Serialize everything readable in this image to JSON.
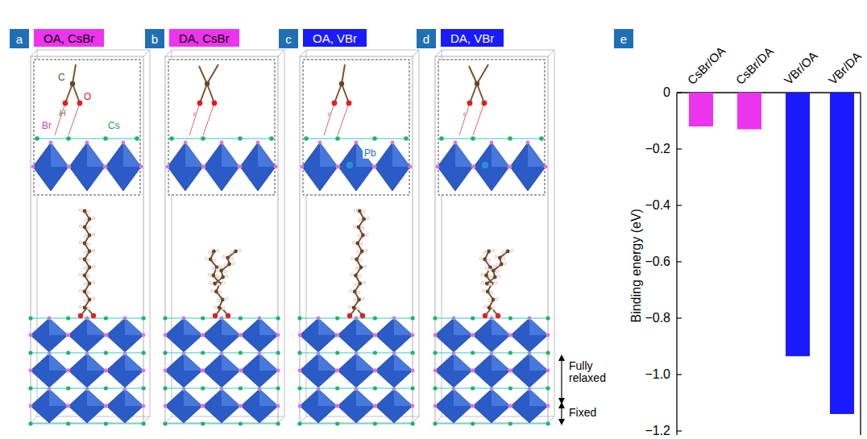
{
  "diagram": {
    "nodes": [
      {
        "text": [
          "a"
        ]
      },
      {
        "text": [
          "OA, CsBr"
        ]
      },
      {
        "text": [
          "b"
        ]
      },
      {
        "text": [
          "DA, CsBr"
        ]
      },
      {
        "text": [
          "c"
        ]
      },
      {
        "text": [
          "OA, VBr"
        ]
      },
      {
        "text": [
          "d"
        ]
      },
      {
        "text": [
          "DA, VBr"
        ]
      },
      {
        "text": [
          "e"
        ]
      }
    ],
    "labels": [
      "C",
      "O",
      "H",
      "Br",
      "Cs",
      "Pb",
      "Fully relaxed",
      "Fixed",
      "CsBr/OA",
      "CsBr/DA",
      "VBr/OA",
      "VBr/DA",
      "0",
      "−0.2",
      "−0.4",
      "−0.6",
      "−0.8",
      "−1.0",
      "−1.2",
      "Binding energy (eV)"
    ]
  }
}
